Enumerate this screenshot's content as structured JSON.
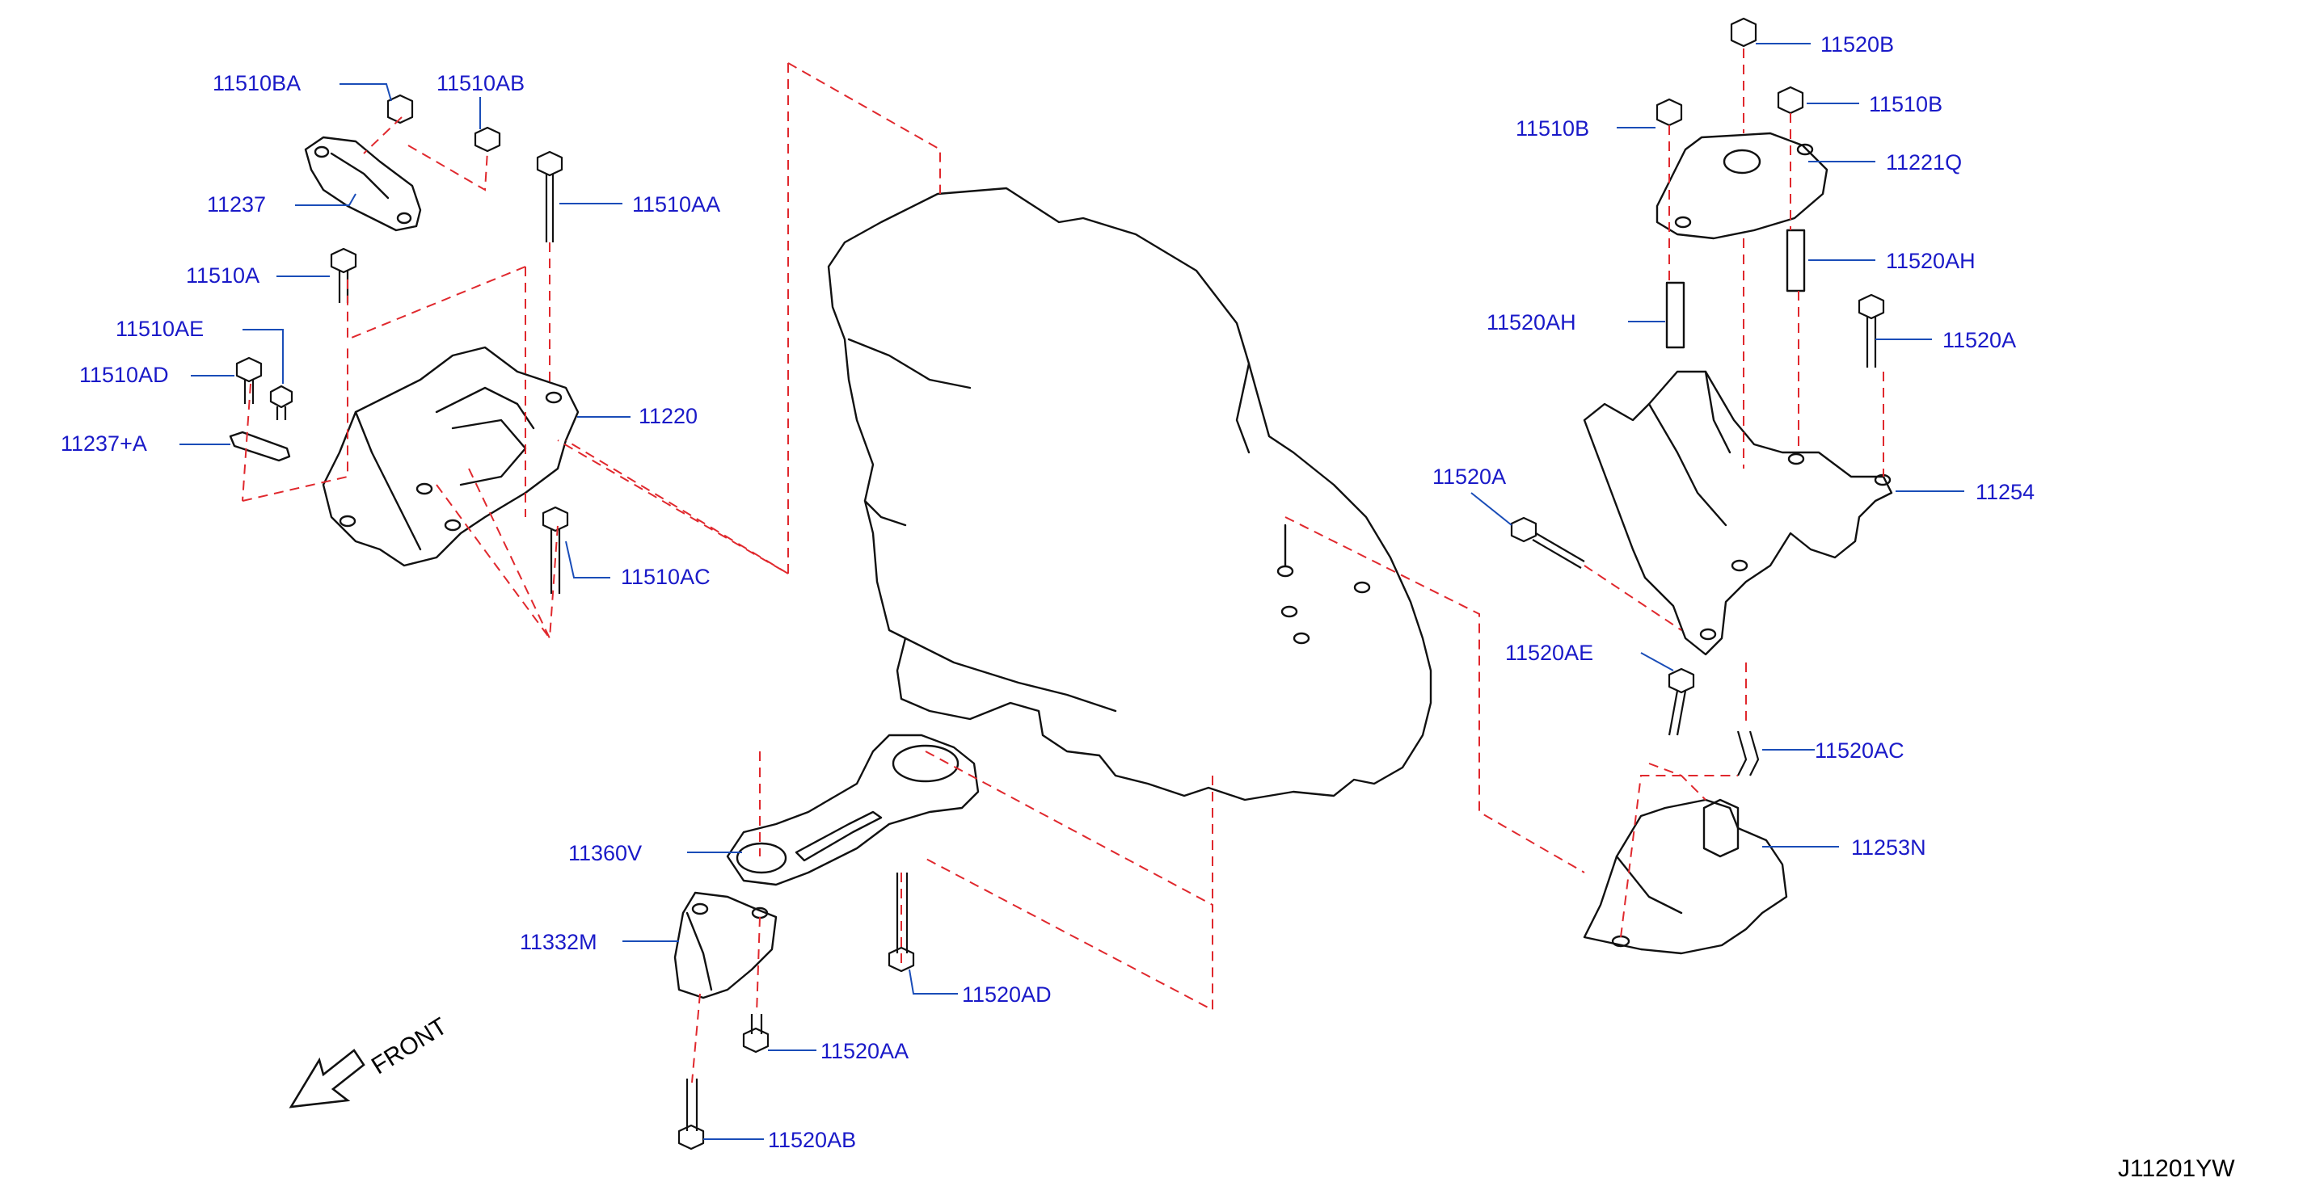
{
  "diagram": {
    "code": "J11201YW",
    "front_label": "FRONT",
    "colors": {
      "callout_text": "#1a1ac8",
      "leader": "#1a4db8",
      "dash": "#e0282d",
      "line": "#111111"
    },
    "callouts": [
      {
        "id": "11510BA",
        "text": "11510BA"
      },
      {
        "id": "11510AB",
        "text": "11510AB"
      },
      {
        "id": "11237",
        "text": "11237"
      },
      {
        "id": "11510AA",
        "text": "11510AA"
      },
      {
        "id": "11510A",
        "text": "11510A"
      },
      {
        "id": "11510AE",
        "text": "11510AE"
      },
      {
        "id": "11510AD",
        "text": "11510AD"
      },
      {
        "id": "11220",
        "text": "11220"
      },
      {
        "id": "11237A",
        "text": "11237+A"
      },
      {
        "id": "11510AC",
        "text": "11510AC"
      },
      {
        "id": "11520B",
        "text": "11520B"
      },
      {
        "id": "11510B-left",
        "text": "11510B"
      },
      {
        "id": "11510B-right",
        "text": "11510B"
      },
      {
        "id": "11221Q",
        "text": "11221Q"
      },
      {
        "id": "11520AH-right",
        "text": "11520AH"
      },
      {
        "id": "11520AH-left",
        "text": "11520AH"
      },
      {
        "id": "11520A-right",
        "text": "11520A"
      },
      {
        "id": "11254",
        "text": "11254"
      },
      {
        "id": "11520A-left",
        "text": "11520A"
      },
      {
        "id": "11520AE",
        "text": "11520AE"
      },
      {
        "id": "11520AC",
        "text": "11520AC"
      },
      {
        "id": "11253N",
        "text": "11253N"
      },
      {
        "id": "11360V",
        "text": "11360V"
      },
      {
        "id": "11332M",
        "text": "11332M"
      },
      {
        "id": "11520AD",
        "text": "11520AD"
      },
      {
        "id": "11520AA",
        "text": "11520AA"
      },
      {
        "id": "11520AB",
        "text": "11520AB"
      }
    ]
  }
}
